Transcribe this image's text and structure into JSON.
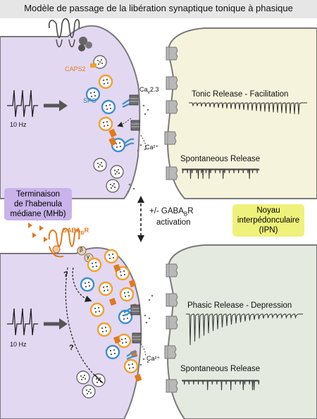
{
  "title": "Modèle de passage de la libération synaptique tonique à phasique",
  "top_panel": {
    "caps2": "CAPS2",
    "spo": "SPO",
    "cav": "Ca",
    "cav_sub": "v",
    "cav_suffix": "2.3",
    "ca2": "Ca²⁺",
    "stim": "10 Hz",
    "tonic_label": "Tonic Release - Facilitation",
    "spont_label": "Spontaneous Release"
  },
  "middle": {
    "mhb_label": [
      "Terminaison",
      "de l'habenula",
      "médiane (MHb)"
    ],
    "ipn_label": [
      "Noyau",
      "interpédonculaire",
      "(IPN)"
    ],
    "activation_line1_pre": "+/- GABA",
    "activation_sub": "B",
    "activation_line1_post": "R",
    "activation_line2": "activation"
  },
  "bottom_panel": {
    "gabab_pre": "GABA",
    "gabab_sub": "B",
    "gabab_post": "R",
    "beta": "β",
    "gamma": "γ",
    "question1": "?",
    "question2": "?",
    "ca2": "Ca²⁺",
    "stim": "10 Hz",
    "phasic_label": "Phasic Release - Depression",
    "spont_label": "Spontaneous Release"
  },
  "colors": {
    "presyn_fill": "#e3d8f2",
    "postsyn_top": "#f6f3dc",
    "postsyn_bottom": "#e4eae0",
    "mhb_box": "#c9b3ea",
    "ipn_box": "#eef17a",
    "caps2_orange": "#f0a030",
    "spo_blue": "#3f8fc8",
    "gabab_orange": "#e07a20"
  }
}
